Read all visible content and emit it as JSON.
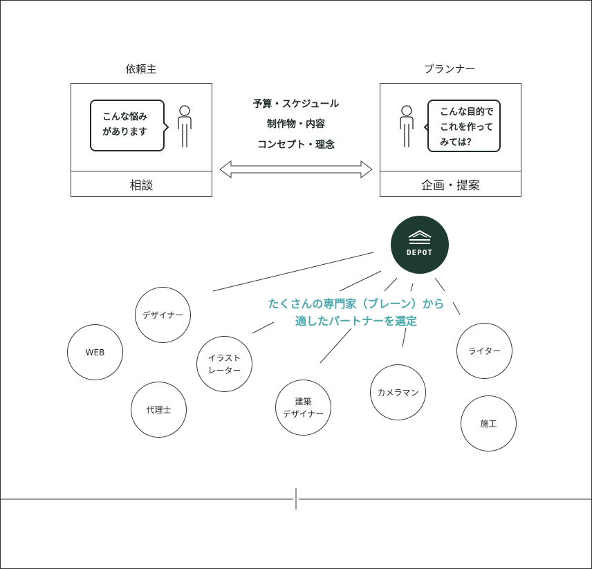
{
  "client": {
    "role": "依頼主",
    "bubble_lines": [
      "こんな悩み",
      "があります"
    ],
    "footer": "相談"
  },
  "planner": {
    "role": "プランナー",
    "bubble_lines": [
      "こんな目的で",
      "これを作って",
      "みては？"
    ],
    "footer": "企画・提案"
  },
  "exchange_items": [
    "予算・スケジュール",
    "制作物・内容",
    "コンセプト・理念"
  ],
  "hub": {
    "logo_text": "DEPOT"
  },
  "caption_lines": [
    "たくさんの専門家（ブレーン）から",
    "適したパートナーを選定"
  ],
  "specialists": {
    "designer": "デザイナー",
    "web": "WEB",
    "illustrator": "イラスト\nレーター",
    "agent": "代理士",
    "architect": "建築\nデザイナー",
    "cameraman": "カメラマン",
    "writer": "ライター",
    "construction": "施工"
  },
  "colors": {
    "hub": "#1e3b2f",
    "caption": "#4aa8ad",
    "line": "#333333"
  }
}
